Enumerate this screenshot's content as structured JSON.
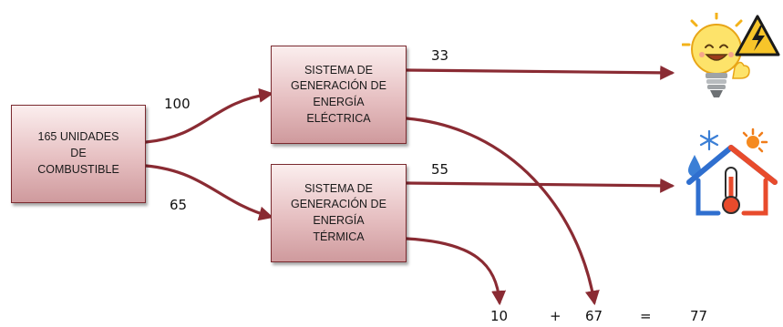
{
  "source_box": {
    "lines": [
      "165 UNIDADES",
      "DE",
      "COMBUSTIBLE"
    ]
  },
  "electric_box": {
    "lines": [
      "SISTEMA DE",
      "GENERACIÓN DE",
      "ENERGÍA",
      "ELÉCTRICA"
    ]
  },
  "thermal_box": {
    "lines": [
      "SISTEMA DE",
      "GENERACIÓN DE",
      "ENERGÍA",
      "TÉRMICA"
    ]
  },
  "flows": {
    "to_electric": "100",
    "to_thermal": "65",
    "electric_output": "33",
    "thermal_output": "55"
  },
  "equation": {
    "thermal_loss": "10",
    "plus": "+",
    "electric_loss": "67",
    "equals": "=",
    "total": "77"
  },
  "icons": {
    "electric_output": "lightbulb-with-warning-sign-icon",
    "thermal_output": "house-heating-cooling-icon"
  },
  "colors": {
    "arrow": "#8a2b33",
    "box_border": "#7a2a2f",
    "box_fill_top": "#fbeeee",
    "box_fill_bottom": "#cf9a9d"
  }
}
